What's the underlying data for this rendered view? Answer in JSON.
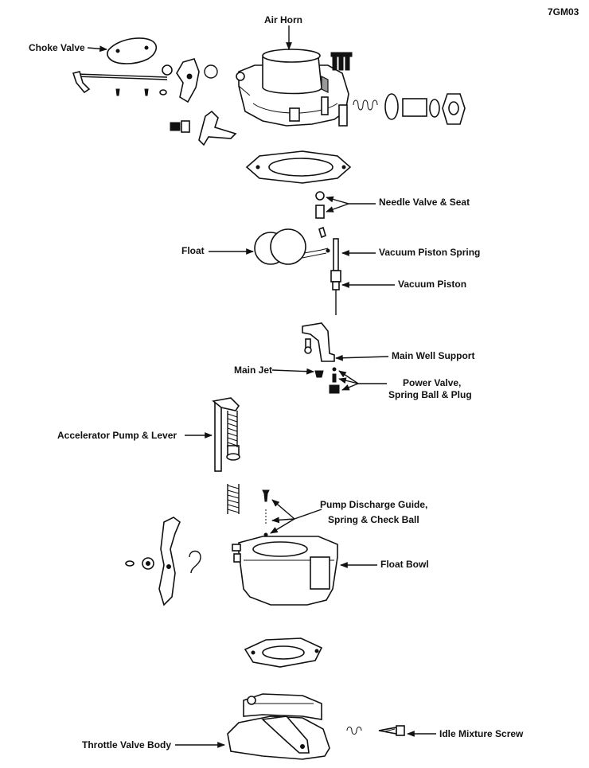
{
  "figure_code": "7GM03",
  "labels": {
    "air_horn": "Air Horn",
    "choke_valve": "Choke Valve",
    "needle_valve_seat": "Needle Valve & Seat",
    "float": "Float",
    "vacuum_piston_spring": "Vacuum Piston Spring",
    "vacuum_piston": "Vacuum Piston",
    "main_well_support": "Main Well Support",
    "main_jet": "Main Jet",
    "power_valve_line1": "Power Valve,",
    "power_valve_line2": "Spring Ball & Plug",
    "accelerator_pump": "Accelerator Pump & Lever",
    "pump_discharge_line1": "Pump Discharge Guide,",
    "pump_discharge_line2": "Spring & Check Ball",
    "float_bowl": "Float Bowl",
    "throttle_valve_body": "Throttle Valve Body",
    "idle_mixture_screw": "Idle Mixture Screw"
  }
}
